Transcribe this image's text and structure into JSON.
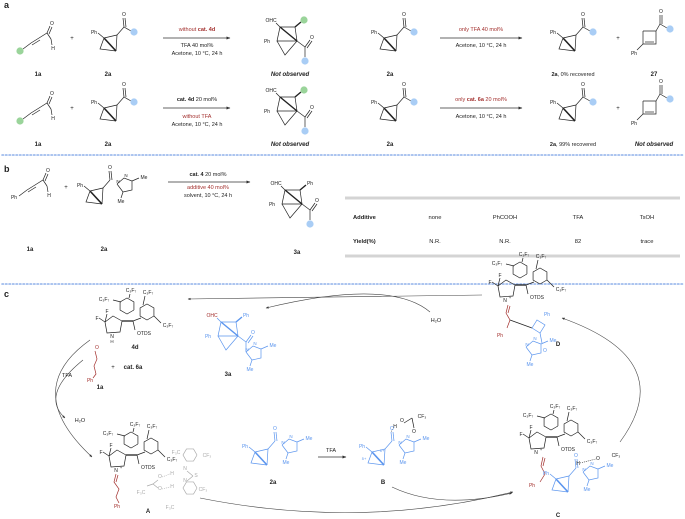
{
  "panels": {
    "a": "a",
    "b": "b",
    "c": "c"
  },
  "colors": {
    "green_group": "#9ad49a",
    "blue_group": "#a9cdf5",
    "red_text": "#a3302e",
    "blue_structure": "#5b95ee",
    "red_structure": "#a3302e",
    "gray_structure": "#aaaaaa",
    "separator": "#8fb0ea"
  },
  "atoms": {
    "ph": "Ph",
    "ohc": "OHC",
    "o": "O",
    "h": "H",
    "me": "Me",
    "n": "N",
    "f": "F",
    "c3f7": "C₃F₇",
    "otds": "OTDS",
    "cf3": "CF₃",
    "f3c": "F₃C",
    "s": "S",
    "plus": "+",
    "dplus": "δ+",
    "dminus": "δ−",
    "h2o": "H₂O",
    "tfa": "TFA"
  },
  "panel_a": {
    "row1": {
      "r1": "1a",
      "plus": "+",
      "r2": "2a",
      "arrow1_above_prefix": "without ",
      "arrow1_above_bold": "cat. 4d",
      "arrow1_below1": "TFA 40 mol%",
      "arrow1_below2": "Acetone, 10 °C, 24 h",
      "product1": "Not observed",
      "substrate": "2a",
      "arrow2_above": "only TFA 40 mol%",
      "arrow2_below": "Acetone, 10 °C, 24 h",
      "product2_bold": "2a",
      "product2_rest": ", 0% recovered",
      "plus2": "+",
      "product3": "27"
    },
    "row2": {
      "r1": "1a",
      "plus": "+",
      "r2": "2a",
      "arrow1_above_bold": "cat. 4d",
      "arrow1_above_rest": " 20 mol%",
      "arrow1_below1": "without TFA",
      "arrow1_below2": "Acetone, 10 °C, 24 h",
      "product1": "Not observed",
      "substrate": "2a",
      "arrow2_above_prefix": "only ",
      "arrow2_above_bold": "cat. 6a",
      "arrow2_above_rest": " 20 mol%",
      "arrow2_below": "Acetone, 10 °C, 24 h",
      "product2_bold": "2a",
      "product2_rest": ", 99% recovered",
      "plus2": "+",
      "product3": "Not observed"
    }
  },
  "panel_b": {
    "r1": "1a",
    "plus": "+",
    "r2": "2a",
    "arrow_above_bold": "cat. 4",
    "arrow_above_rest": " 20 mol%",
    "arrow_below1": "additive 40 mol%",
    "arrow_below2": "solvent, 10 °C, 24 h",
    "product": "3a",
    "table": {
      "headers": [
        "Additive",
        "none",
        "PhCOOH",
        "TFA",
        "TsOH"
      ],
      "rows": [
        [
          "Yield(%)",
          "N.R.",
          "N.R.",
          "82",
          "trace"
        ]
      ]
    }
  },
  "panel_c": {
    "catalyst": "4d",
    "product": "3a",
    "substrate_1a": "1a",
    "plus": "+",
    "cocatalyst": "cat. 6a",
    "substrate_2a": "2a",
    "tfa_left": "TFA",
    "tfa_mid": "TFA",
    "h2o_left": "H₂O",
    "h2o_top": "H₂O",
    "intermediates": [
      "A",
      "B",
      "C",
      "D"
    ]
  }
}
